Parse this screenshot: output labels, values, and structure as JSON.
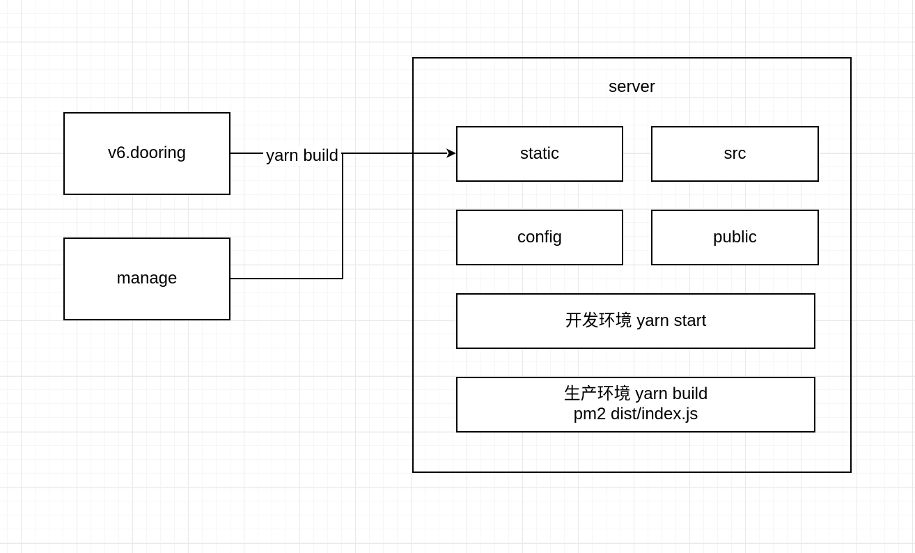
{
  "diagram": {
    "style": {
      "canvas_color": "#ffffff",
      "grid_minor_color": "#f6f6f6",
      "grid_major_color": "#e9e9e9",
      "stroke_color": "#000000",
      "shape_fill_color": "#ffffff",
      "text_color": "#000000"
    },
    "nodes": {
      "v6_dooring": {
        "label": "v6.dooring"
      },
      "manage": {
        "label": "manage"
      }
    },
    "edge": {
      "label": "yarn build"
    },
    "server_group": {
      "title": "server",
      "children": {
        "static": {
          "label": "static"
        },
        "src": {
          "label": "src"
        },
        "config": {
          "label": "config"
        },
        "public": {
          "label": "public"
        },
        "dev_env": {
          "label": "开发环境 yarn start"
        },
        "prod_env": {
          "line1": "生产环境 yarn build",
          "line2": "pm2 dist/index.js"
        }
      }
    }
  }
}
